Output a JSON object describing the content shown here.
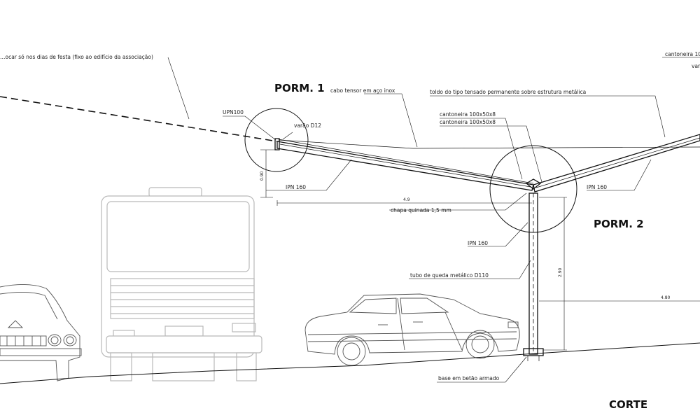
{
  "labels": {
    "porm1": "PORM. 1",
    "porm2": "PORM. 2",
    "corte": "CORTE",
    "toldo_retractable": "…ocar só nos dias de festa (fixo ao edifício da associação)",
    "cantoneira_right": "cantoneira 10",
    "varao_right": "varã",
    "cabo_tensor": "cabo tensor em aço inox",
    "toldo_tensado": "toldo do tipo tensado permanente sobre estrutura metálica",
    "upn100": "UPN100",
    "varao_d12": "varão D12",
    "cantoneira_1": "cantoneira 100x50x8",
    "cantoneira_2": "cantoneira 100x50x8",
    "ipn160_left": "IPN 160",
    "ipn160_right": "IPN 160",
    "ipn160_col": "IPN 160",
    "chapa": "chapa quinada 1,5 mm",
    "tubo": "tubo de queda metálico D110",
    "base": "base em betão armado"
  },
  "dimensions": {
    "span_left": "4.9",
    "height_left": "0.90",
    "height_col": "2.90",
    "span_right": "4.80"
  }
}
